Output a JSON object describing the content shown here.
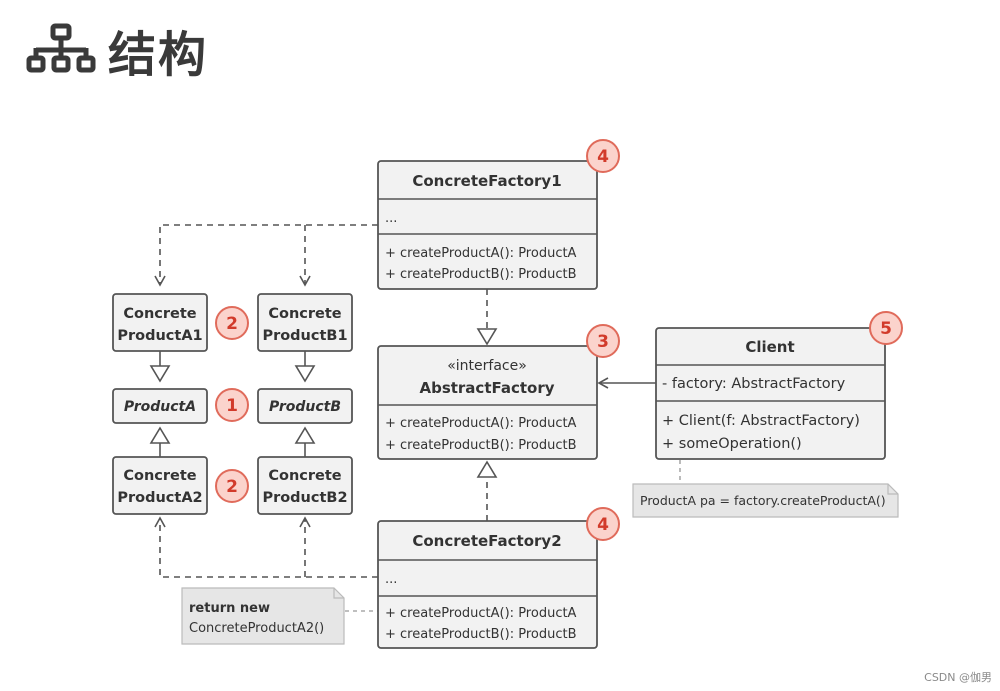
{
  "header": {
    "title": "结构",
    "icon": "structure-icon"
  },
  "classes": {
    "concrete_factory_1": {
      "name": "ConcreteFactory1",
      "fields": "...",
      "methods": [
        "+ createProductA(): ProductA",
        "+ createProductB(): ProductB"
      ],
      "badge": "4"
    },
    "abstract_factory": {
      "stereotype": "«interface»",
      "name": "AbstractFactory",
      "methods": [
        "+ createProductA(): ProductA",
        "+ createProductB(): ProductB"
      ],
      "badge": "3"
    },
    "concrete_factory_2": {
      "name": "ConcreteFactory2",
      "fields": "...",
      "methods": [
        "+ createProductA(): ProductA",
        "+ createProductB(): ProductB"
      ],
      "badge": "4"
    },
    "client": {
      "name": "Client",
      "fields": "- factory: AbstractFactory",
      "methods": [
        "+ Client(f: AbstractFactory)",
        "+ someOperation()"
      ],
      "badge": "5"
    },
    "concrete_product_a1": {
      "name_line1": "Concrete",
      "name_line2": "ProductA1",
      "badge": "2"
    },
    "concrete_product_b1": {
      "name_line1": "Concrete",
      "name_line2": "ProductB1"
    },
    "product_a": {
      "name": "ProductA",
      "badge": "1"
    },
    "product_b": {
      "name": "ProductB"
    },
    "concrete_product_a2": {
      "name_line1": "Concrete",
      "name_line2": "ProductA2",
      "badge": "2"
    },
    "concrete_product_b2": {
      "name_line1": "Concrete",
      "name_line2": "ProductB2"
    }
  },
  "notes": {
    "client_note": "ProductA pa = factory.createProductA()",
    "factory2_note_line1": "return new",
    "factory2_note_line2": "ConcreteProductA2()"
  },
  "footer": {
    "watermark": "CSDN @伽男"
  },
  "colors": {
    "box_fill": "#f2f2f2",
    "box_stroke": "#555555",
    "note_fill": "#e6e6e6",
    "badge_fill": "#fbd3cc",
    "badge_stroke": "#e06b5b",
    "badge_text": "#d23a2a"
  }
}
